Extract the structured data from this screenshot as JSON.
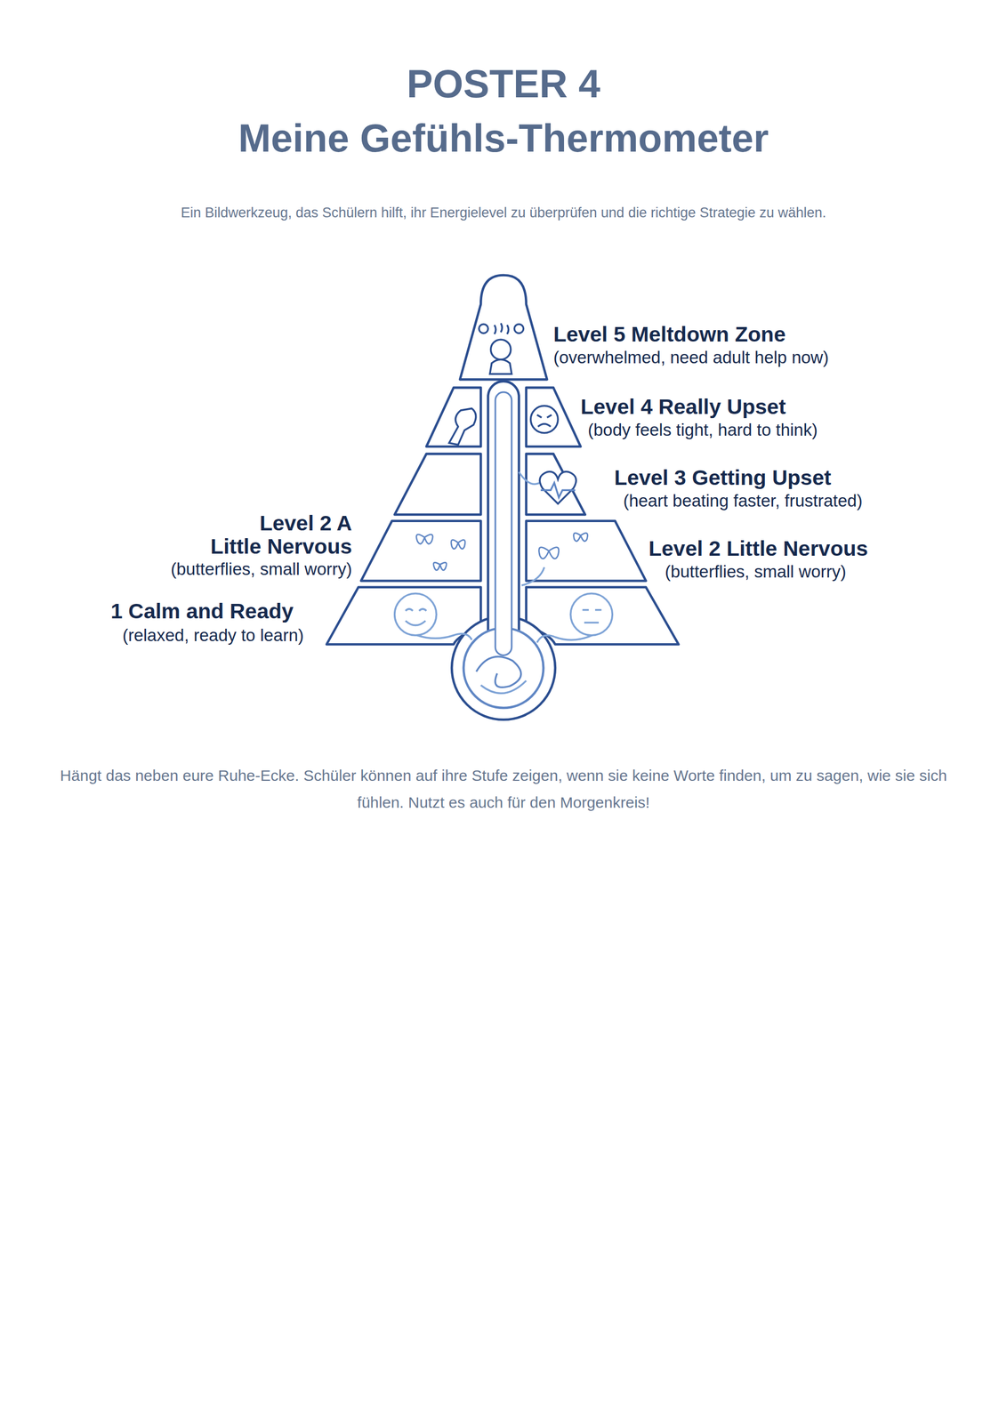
{
  "diagram": {
    "title": "Meine Gefühls-Thermometer",
    "caption": "Hängt das neben eure Ruhe-Ecke. Schüler können auf ihre Stufe zeigen, wenn sie keine Worte finden, um zu sagen, wie sie sich fühlen. Nutzt es auch für den Morgenkreis!",
    "labels": [
      "POSTER 4",
      "Ein Bildwerkzeug, das Schülern hilft, ihr Energielevel zu überprüfen und die richtige Strategie zu wählen.",
      "Level 5 Meltdown Zone",
      "(overwhelmed, need adult help now)",
      "Level 4 Really Upset",
      "(body feels tight, hard to think)",
      "Level 3 Getting Upset",
      "(heart beating faster, frustrated)",
      "Level 2 A Little Nervous",
      "(butterflies, small worry)",
      "Level 2 Little Nervous",
      "(butterflies, small worry)",
      "1 Calm and Ready",
      "(relaxed, ready to learn)"
    ]
  }
}
